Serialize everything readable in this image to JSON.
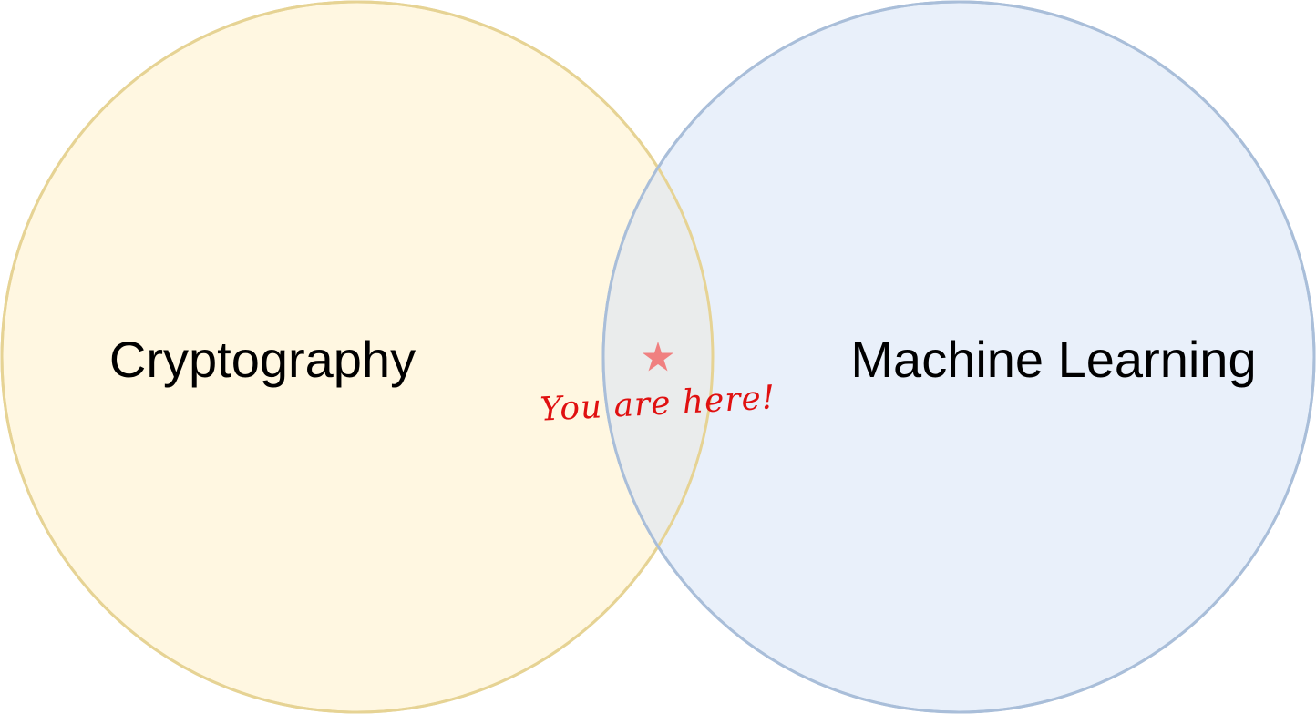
{
  "diagram": {
    "type": "venn",
    "sets": [
      {
        "label": "Cryptography",
        "fill": "#fff7e1",
        "stroke": "#e6d394"
      },
      {
        "label": "Machine Learning",
        "fill": "#e9f0fa",
        "stroke": "#a9bed9"
      }
    ],
    "intersection": {
      "fill": "#eaecec",
      "marker_icon": "star-icon",
      "marker_color": "#f08080",
      "annotation": "You are here!",
      "annotation_color": "#e01010"
    }
  }
}
